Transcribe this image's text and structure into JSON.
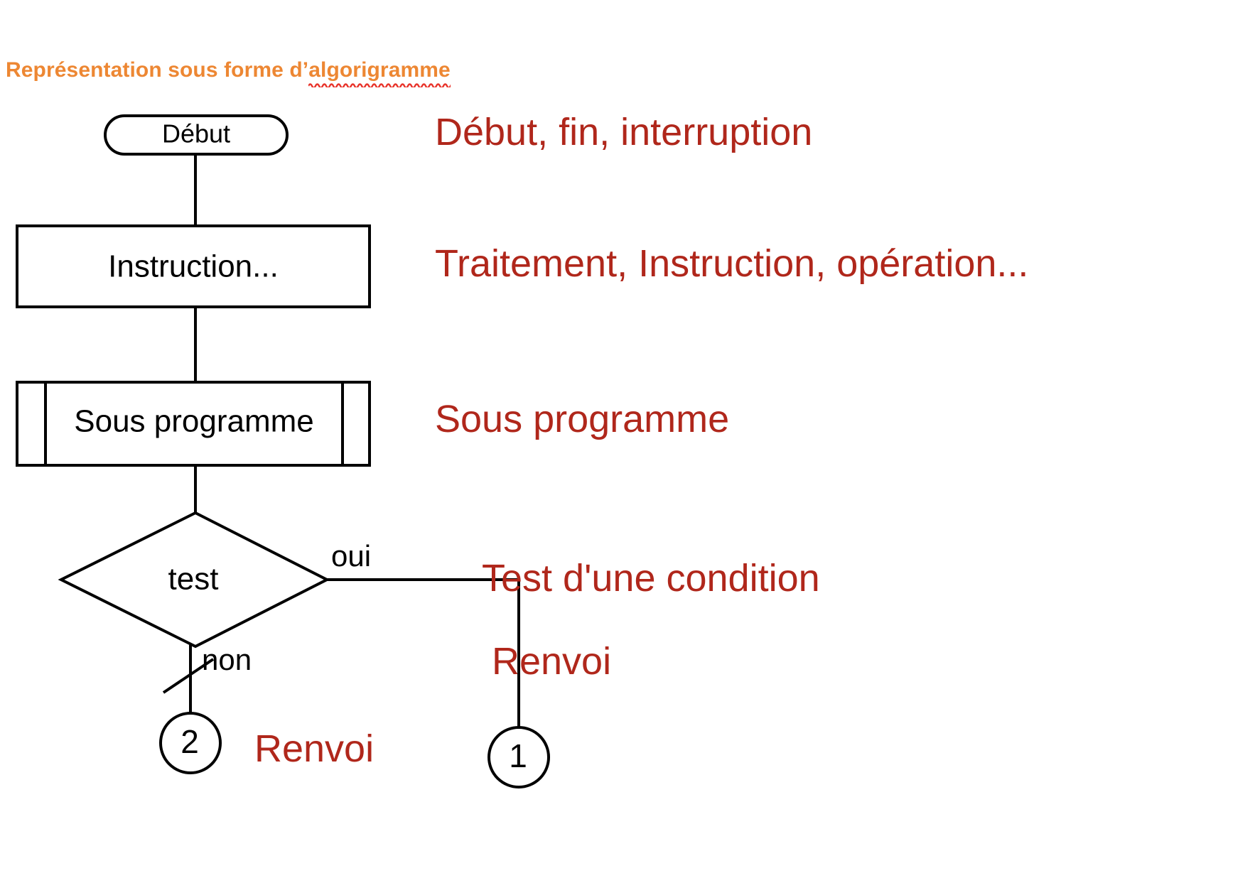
{
  "title": {
    "prefix": "Représentation sous forme d’",
    "misspelled_word": "algorigramme",
    "color": "#ED8733",
    "spellcheck_underline_color": "#E8332A"
  },
  "accent_colors": {
    "legend_red": "#B0271B",
    "title_orange": "#ED8733",
    "shape_stroke": "#000000"
  },
  "flowchart": {
    "nodes": [
      {
        "id": "start",
        "shape": "terminator",
        "label": "Début"
      },
      {
        "id": "process",
        "shape": "process",
        "label": "Instruction..."
      },
      {
        "id": "subprog",
        "shape": "predefined-process",
        "label": "Sous programme"
      },
      {
        "id": "test",
        "shape": "decision",
        "label": "test"
      },
      {
        "id": "ref1",
        "shape": "connector-circle",
        "label": "1"
      },
      {
        "id": "ref2",
        "shape": "connector-circle",
        "label": "2"
      }
    ],
    "edges": [
      {
        "from": "start",
        "to": "process",
        "label": ""
      },
      {
        "from": "process",
        "to": "subprog",
        "label": ""
      },
      {
        "from": "subprog",
        "to": "test",
        "label": ""
      },
      {
        "from": "test",
        "to": "ref1",
        "label": "oui"
      },
      {
        "from": "test",
        "to": "ref2",
        "label": "non"
      }
    ],
    "edge_labels": {
      "yes": "oui",
      "no": "non"
    }
  },
  "legend": [
    {
      "id": "debut",
      "text": "Début, fin, interruption"
    },
    {
      "id": "traitement",
      "text": "Traitement, Instruction, opération..."
    },
    {
      "id": "sousprog",
      "text": "Sous programme"
    },
    {
      "id": "test",
      "text": "Test d'une condition"
    },
    {
      "id": "renvoi1",
      "text": "Renvoi"
    },
    {
      "id": "renvoi2",
      "text": "Renvoi"
    }
  ]
}
